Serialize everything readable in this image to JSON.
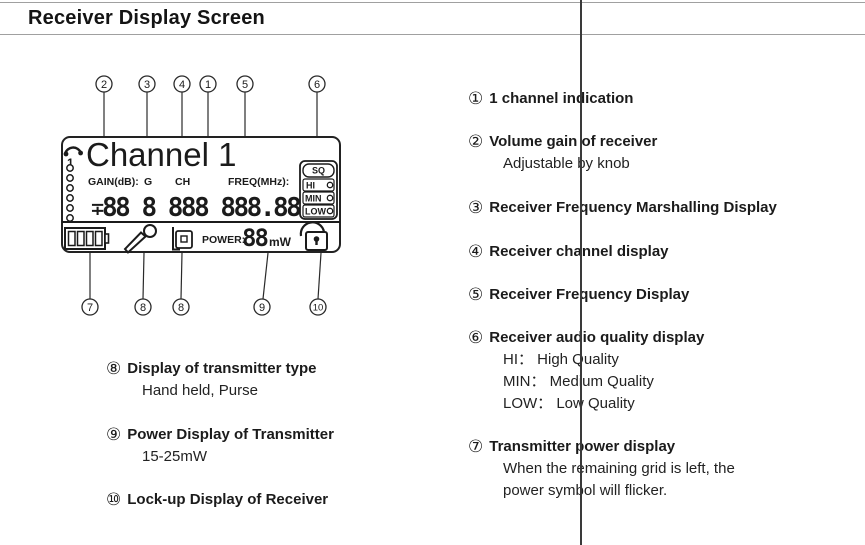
{
  "page": {
    "title": "Receiver Display Screen"
  },
  "colors": {
    "ink": "#1b1b1b",
    "divider": "#3a3a3a",
    "band_border": "#a0a0a0",
    "background": "#ffffff"
  },
  "lcd": {
    "channel_text": "Channel 1",
    "headphone_number": "1",
    "labels": {
      "gain": "GAIN(dB):",
      "g": "G",
      "ch": "CH",
      "freq": "FREQ(MHz):"
    },
    "plus_minus": "∓",
    "digits_main": "88 8 888 888.88",
    "sq_panel": {
      "sq": "SQ",
      "levels": [
        "HI",
        "MIN",
        "LOW"
      ]
    },
    "power_label": "POWER:",
    "power_value": "88",
    "power_unit": "mW",
    "icons": {
      "left_top": "headphone-icon",
      "left_column": "signal-dots",
      "battery": "battery-icon",
      "mic": "microphone-icon",
      "bodypack": "bodypack-transmitter-icon",
      "lock": "unlock-icon"
    }
  },
  "callouts": {
    "top": [
      "2",
      "3",
      "4",
      "1",
      "5",
      "6"
    ],
    "bottom": [
      "7",
      "8",
      "8",
      "9",
      "10"
    ]
  },
  "notes_right": [
    {
      "marker": "①",
      "heading": "1 channel indication",
      "lines": []
    },
    {
      "marker": "②",
      "heading": "Volume gain of receiver",
      "lines": [
        "Adjustable by knob"
      ]
    },
    {
      "marker": "③",
      "heading": "Receiver Frequency Marshalling Display",
      "lines": []
    },
    {
      "marker": "④",
      "heading": "Receiver channel display",
      "lines": []
    },
    {
      "marker": "⑤",
      "heading": "Receiver Frequency Display",
      "lines": []
    },
    {
      "marker": "⑥",
      "heading": "Receiver audio quality display",
      "lines": [
        "HI： High Quality",
        "MIN： Medium Quality",
        "LOW： Low Quality"
      ]
    },
    {
      "marker": "⑦",
      "heading": "Transmitter power display",
      "lines": [
        "When the remaining grid is left, the",
        "power symbol will flicker."
      ]
    }
  ],
  "notes_left": [
    {
      "marker": "⑧",
      "heading": "Display of transmitter type",
      "lines": [
        "Hand held, Purse"
      ]
    },
    {
      "marker": "⑨",
      "heading": "Power Display of Transmitter",
      "lines": [
        "15-25mW"
      ]
    },
    {
      "marker": "⑩",
      "heading": "Lock-up Display of Receiver",
      "lines": []
    }
  ]
}
